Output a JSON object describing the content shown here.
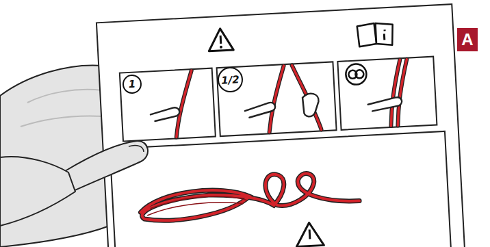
{
  "diagram": {
    "nodes": [
      {
        "text": [
          "A"
        ]
      },
      {
        "text": [
          "1"
        ]
      },
      {
        "text": [
          "1/2"
        ]
      }
    ]
  }
}
